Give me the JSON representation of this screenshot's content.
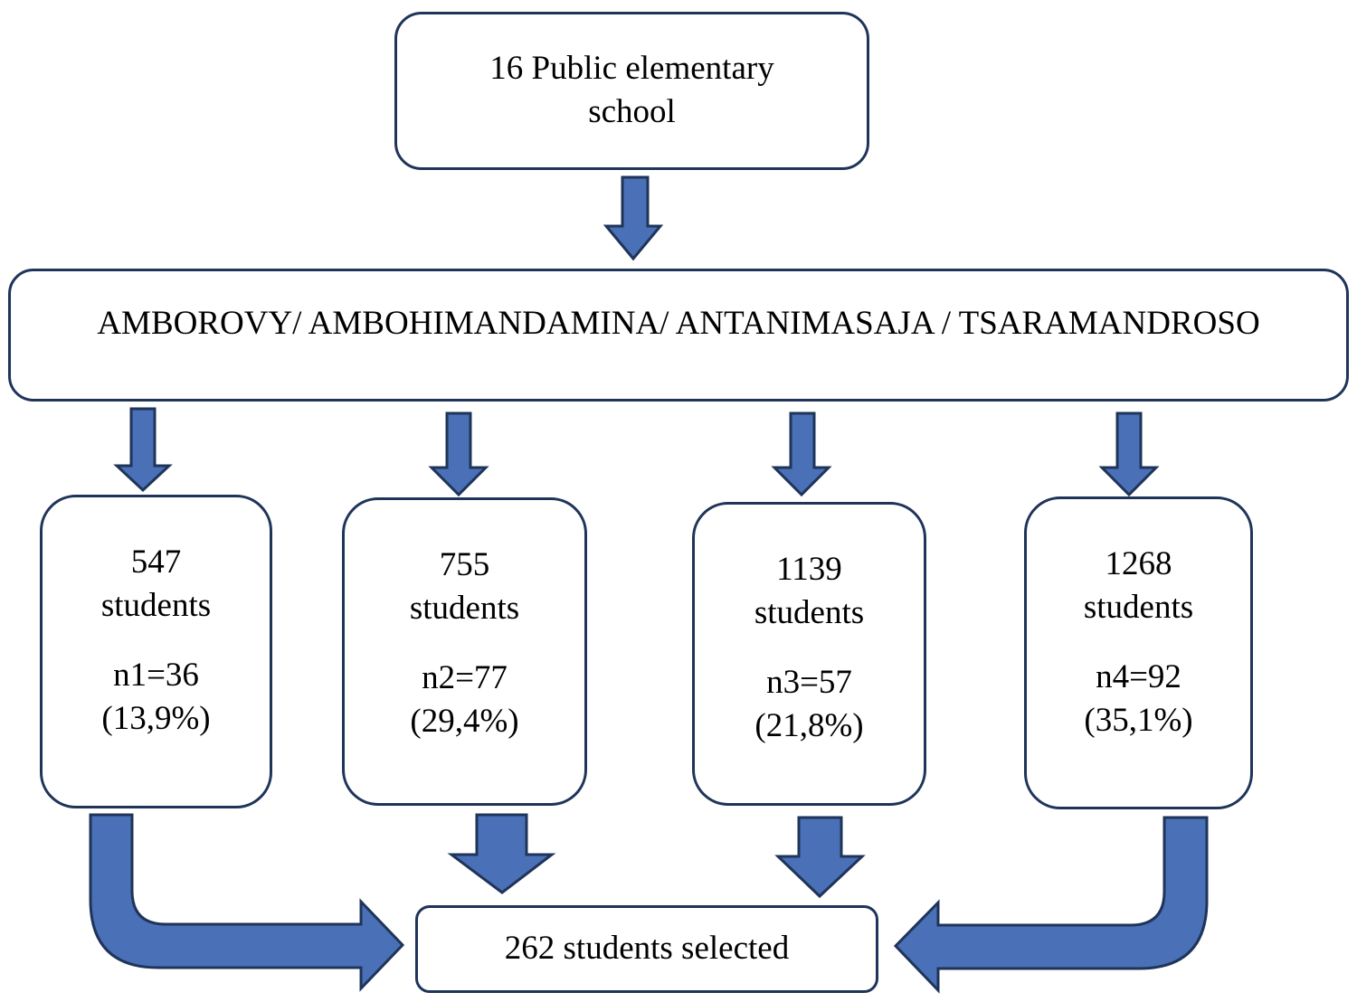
{
  "diagram": {
    "title_box": {
      "line1": "16 Public elementary",
      "line2": "school"
    },
    "districts_box": {
      "label": "AMBOROVY/ AMBOHIMANDAMINA/ ANTANIMASAJA / TSARAMANDROSO"
    },
    "schools": [
      {
        "population": "547",
        "unit": "students",
        "sample": "n1=36",
        "percent": "(13,9%)"
      },
      {
        "population": "755",
        "unit": "students",
        "sample": "n2=77",
        "percent": "(29,4%)"
      },
      {
        "population": "1139",
        "unit": "students",
        "sample": "n3=57",
        "percent": "(21,8%)"
      },
      {
        "population": "1268",
        "unit": "students",
        "sample": "n4=92",
        "percent": "(35,1%)"
      }
    ],
    "result_box": {
      "label": "262 students selected"
    },
    "colors": {
      "arrow_fill": "#4a70b7",
      "outline": "#1f3459"
    }
  }
}
